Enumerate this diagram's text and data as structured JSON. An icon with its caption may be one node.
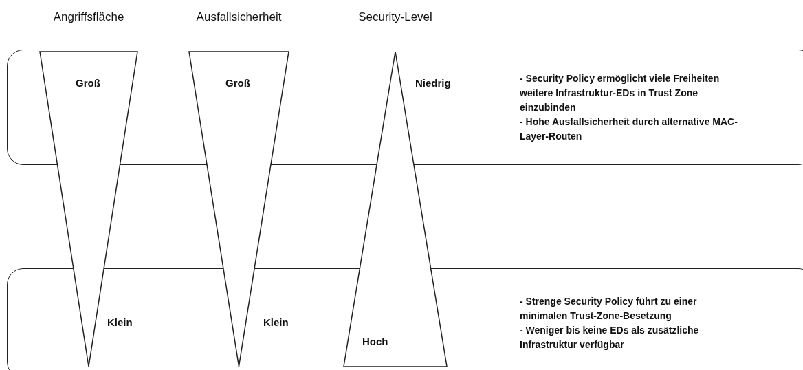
{
  "diagram": {
    "nodes": [
      {
        "text": [
          "Angriffsfläche",
          "Groß"
        ],
        "beside": [
          "Klein"
        ]
      },
      {
        "text": [
          "Ausfallsicherheit",
          "Groß"
        ],
        "beside": [
          "Klein"
        ]
      },
      {
        "text": [
          "Security-Level",
          "Hoch"
        ],
        "beside": [
          "Niedrig"
        ]
      },
      {
        "text": [
          "- Security Policy ermöglicht viele Freiheiten weitere Infrastruktur-EDs in Trust Zone einzubinden",
          "- Hohe Ausfallsicherheit durch alternative MAC-Layer-Routen"
        ]
      },
      {
        "text": [
          "- Strenge Security Policy führt zu einer minimalen Trust-Zone-Besetzung",
          "- Weniger bis keine EDs als zusätzliche Infrastruktur verfügbar"
        ]
      }
    ]
  }
}
